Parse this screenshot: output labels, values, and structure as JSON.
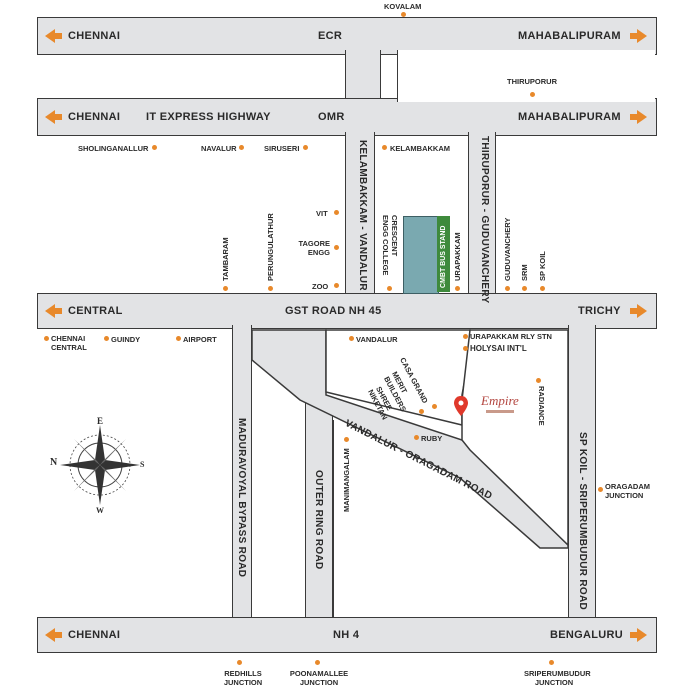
{
  "roads": {
    "ecr": "ECR",
    "omr_highway": "IT EXPRESS HIGHWAY",
    "omr": "OMR",
    "gst": "GST ROAD NH 45",
    "nh4": "NH 4",
    "kelambakkam_vandalur": "KELAMBAKKAM - VANDALUR",
    "thiruporur_guduvanchery": "THIRUPORUR - GUDUVANCHERY",
    "vandalur_oragadam": "VANDALUR - ORAGADAM ROAD",
    "maduravoyal": "MADURAVOYAL BYPASS ROAD",
    "outer_ring": "OUTER RING ROAD",
    "sp_koil": "SP KOIL - SRIPERUMBUDUR ROAD"
  },
  "directions": {
    "chennai_ecr": "CHENNAI",
    "mahabalipuram_ecr": "MAHABALIPURAM",
    "chennai_omr": "CHENNAI",
    "mahabalipuram_omr": "MAHABALIPURAM",
    "central": "CENTRAL",
    "trichy": "TRICHY",
    "chennai_nh4": "CHENNAI",
    "bengaluru": "BENGALURU"
  },
  "places": {
    "kovalam": "KOVALAM",
    "thiruporur": "THIRUPORUR",
    "sholinganallur": "SHOLINGANALLUR",
    "navalur": "NAVALUR",
    "siruseri": "SIRUSERI",
    "kelambakkam": "KELAMBAKKAM",
    "vit": "VIT",
    "tagore": "TAGORE ENGG",
    "zoo": "ZOO",
    "tambaram": "TAMBARAM",
    "perungulathur": "PERUNGULATHUR",
    "crescent": "CRESCENT ENGG COLLEGE",
    "urapakkam": "URAPAKKAM",
    "guduvanchery": "GUDUVANCHERY",
    "srm": "SRM",
    "sp_koil": "SP KOIL",
    "chennai_central": "CHENNAI CENTRAL",
    "guindy": "GUINDY",
    "airport": "AIRPORT",
    "vandalur": "VANDALUR",
    "urapakkam_rly": "URAPAKKAM RLY STN",
    "holysai": "HOLYSAI INT'L",
    "casa_grand": "CASA GRAND",
    "merit": "MERIT",
    "builders": "BUILDERS",
    "shree": "SHREE",
    "niketan": "NIKETAN",
    "radiance": "RADIANCE",
    "ruby": "RUBY",
    "manimangalam": "MANIMANGALAM",
    "oragadam": "ORAGADAM JUNCTION",
    "redhills": "REDHILLS JUNCTION",
    "poonamallee": "POONAMALLEE JUNCTION",
    "sriperumbudur": "SRIPERUMBUDUR JUNCTION"
  },
  "bus_stand": "CMBT BUS STAND",
  "project": {
    "name": "Empire"
  },
  "compass": {
    "n": "N",
    "e": "E",
    "s": "S",
    "w": "W"
  },
  "colors": {
    "accent": "#e8892b",
    "road": "#e2e3e5",
    "outline": "#3a3a3a",
    "marker": "#e0392b"
  }
}
